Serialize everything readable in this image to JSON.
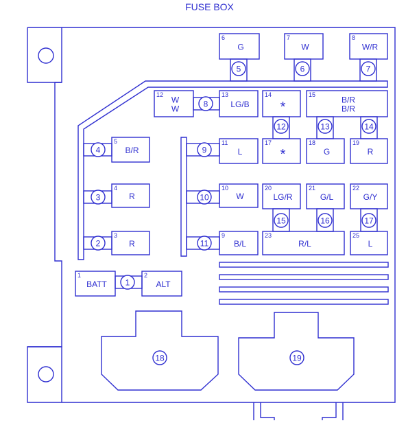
{
  "title": "FUSE BOX",
  "colors": {
    "line": "#2f2fd0",
    "background": "#ffffff"
  },
  "fuses": [
    {
      "num": "1"
    },
    {
      "num": "2"
    },
    {
      "num": "3"
    },
    {
      "num": "4"
    },
    {
      "num": "5"
    },
    {
      "num": "6"
    },
    {
      "num": "7"
    },
    {
      "num": "8"
    },
    {
      "num": "9"
    },
    {
      "num": "10"
    },
    {
      "num": "11"
    },
    {
      "num": "12"
    },
    {
      "num": "13"
    },
    {
      "num": "14"
    },
    {
      "num": "15"
    },
    {
      "num": "16"
    },
    {
      "num": "17"
    },
    {
      "num": "18"
    },
    {
      "num": "19"
    }
  ],
  "connectors": [
    {
      "num": "1",
      "label": "BATT"
    },
    {
      "num": "2",
      "label": "ALT"
    },
    {
      "num": "3",
      "label": "R"
    },
    {
      "num": "4",
      "label": "R"
    },
    {
      "num": "5",
      "label": "B/R"
    },
    {
      "num": "6",
      "label": "G"
    },
    {
      "num": "7",
      "label": "W"
    },
    {
      "num": "8",
      "label": "W/R"
    },
    {
      "num": "9",
      "label": "B/L"
    },
    {
      "num": "10",
      "label": "W"
    },
    {
      "num": "11",
      "label": "L"
    },
    {
      "num": "12",
      "label": "W\nW"
    },
    {
      "num": "13",
      "label": "LG/B"
    },
    {
      "num": "14",
      "label": "*"
    },
    {
      "num": "15",
      "label": "B/R\nB/R"
    },
    {
      "num": "17",
      "label": "*"
    },
    {
      "num": "18",
      "label": "G"
    },
    {
      "num": "19",
      "label": "R"
    },
    {
      "num": "20",
      "label": "LG/R"
    },
    {
      "num": "21",
      "label": "G/L"
    },
    {
      "num": "22",
      "label": "G/Y"
    },
    {
      "num": "23",
      "label": "R/L"
    },
    {
      "num": "25",
      "label": "L"
    }
  ]
}
